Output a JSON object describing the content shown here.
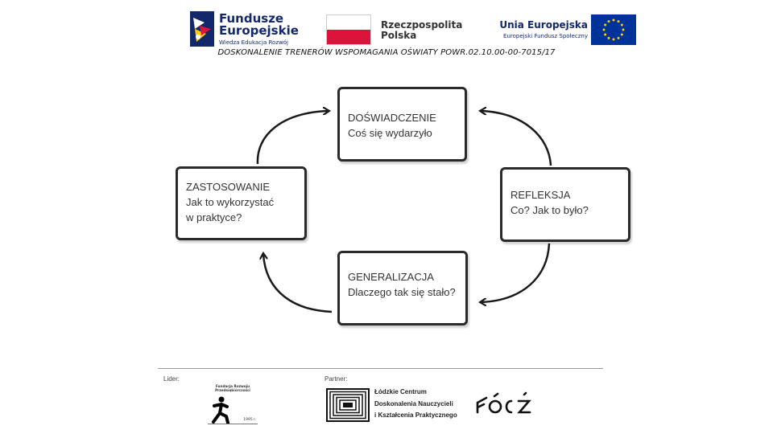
{
  "header": {
    "fe_logo": {
      "line1": "Fundusze",
      "line2": "Europejskie",
      "line3": "Wiedza Edukacja Rozwój",
      "icon": "fe-star-mark-icon"
    },
    "pl_logo": {
      "line1": "Rzeczpospolita",
      "line2": "Polska",
      "icon": "polish-flag-icon"
    },
    "eu_logo": {
      "line1": "Unia Europejska",
      "line2": "Europejski Fundusz Społeczny",
      "icon": "eu-flag-icon"
    },
    "project_name": "DOSKONALENIE TRENERÓW WSPOMAGANIA OŚWIATY POWR.02.10.00-00-7015/17"
  },
  "cycle": {
    "experience": {
      "title": "DOŚWIADCZENIE",
      "text1": "Coś się wydarzyło"
    },
    "reflection": {
      "title": "REFLEKSJA",
      "text1": "Co?  Jak to było?"
    },
    "generalization": {
      "title": "GENERALIZACJA",
      "text1": "Dlaczego tak się stało?"
    },
    "application": {
      "title": "ZASTOSOWANIE",
      "text1": "Jak to wykorzystać",
      "text2": "w praktyce?"
    }
  },
  "footer": {
    "lider_label": "Lider:",
    "partner_label": "Partner:",
    "lider_logo": {
      "line1": "Fundacja Rozwoju",
      "line2": "Przedsiębiorczości",
      "line3": "",
      "year": "1995 r."
    },
    "partner_logo": {
      "line1": "Łódzkie Centrum",
      "line2": "Doskonalenia Nauczycieli",
      "line3": "i Kształcenia Praktycznego",
      "icon": "concentric-squares-icon"
    },
    "lodz_logo_icon": "lodz-logo-icon"
  },
  "colors": {
    "eu_blue": "#003399",
    "eu_gold": "#ffcc00",
    "pl_red": "#dc143c",
    "fe_navy": "#13286b",
    "box_border": "#2a2a2a"
  }
}
